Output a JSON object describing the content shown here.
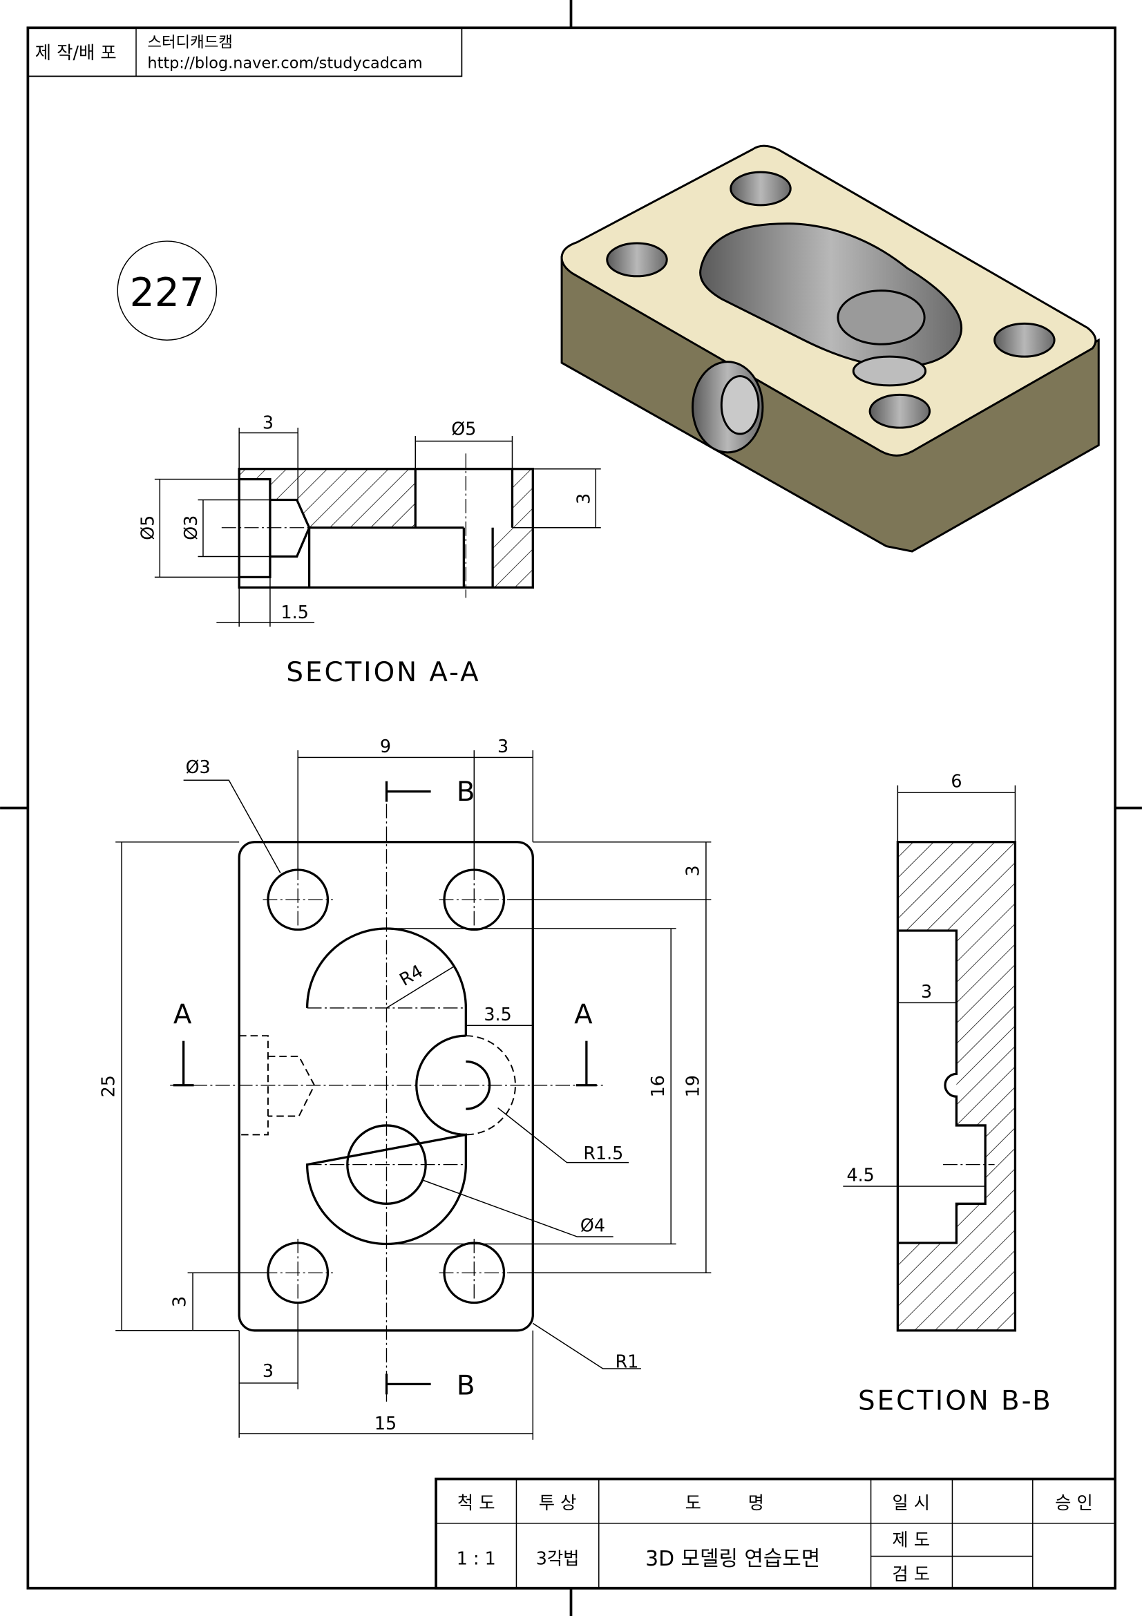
{
  "header": {
    "label": "제 작/배 포",
    "author": "스터디캐드캠",
    "url": "http://blog.naver.com/studycadcam"
  },
  "drawing_number": "227",
  "section_aa": {
    "title": "SECTION A-A",
    "dims": {
      "top_left": "3",
      "top_right": "Ø5",
      "right": "3",
      "outer_dia": "Ø5",
      "inner_dia": "Ø3",
      "bottom": "1.5"
    }
  },
  "front_view": {
    "dims": {
      "width_9": "9",
      "width_3": "3",
      "hole_dia": "Ø3",
      "r4": "R4",
      "d35": "3.5",
      "h25": "25",
      "h16": "16",
      "h19": "19",
      "top3": "3",
      "r15": "R1.5",
      "dia4": "Ø4",
      "bottom3": "3",
      "left3": "3",
      "r1": "R1",
      "w15": "15"
    },
    "cut_a": "A",
    "cut_b": "B"
  },
  "section_bb": {
    "title": "SECTION B-B",
    "dims": {
      "w6": "6",
      "d3": "3",
      "d45": "4.5"
    }
  },
  "title_block": {
    "scale_label": "척 도",
    "scale_value": "1 : 1",
    "projection_label": "투 상",
    "projection_value": "3각법",
    "name_label": "도 명",
    "name_value": "3D 모델링 연습도면",
    "date_label": "일 시",
    "drawn_label": "제 도",
    "checked_label": "검 도",
    "approval_label": "승 인"
  },
  "colors": {
    "iso_top": "#efe6c4",
    "iso_side": "#7d7657",
    "iso_hole": "#8a8a8a"
  }
}
